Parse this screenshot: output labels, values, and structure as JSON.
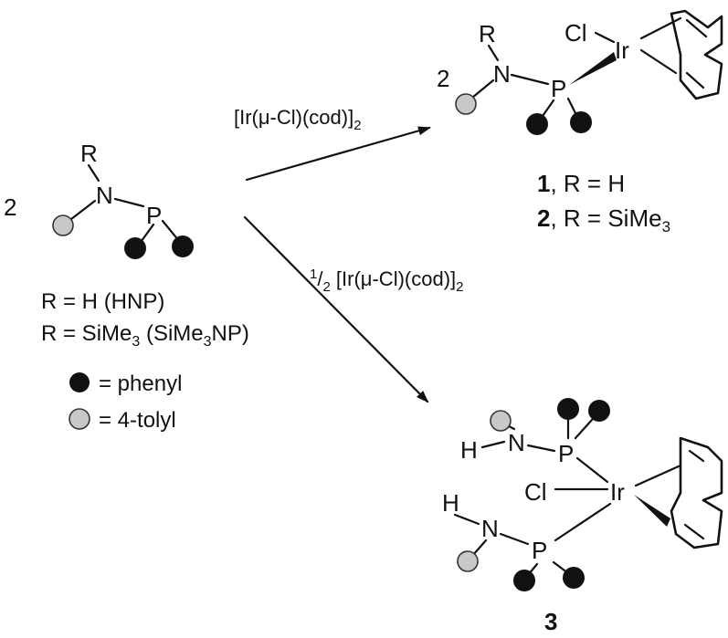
{
  "reactant": {
    "coefficient": "2",
    "atoms": {
      "r": "R",
      "n": "N",
      "p": "P"
    },
    "definitions": [
      {
        "lhs": "R = H",
        "rhs": "(HNP)"
      },
      {
        "lhs_pre": "R = SiMe",
        "lhs_sub": "3",
        "rhs_pre": "(SiMe",
        "rhs_sub": "3",
        "rhs_post": "NP)"
      }
    ],
    "legend": [
      {
        "label": "= phenyl",
        "color": "#111111"
      },
      {
        "label": "= 4-tolyl",
        "color": "#c8c8c8"
      }
    ]
  },
  "conditions": {
    "upper": {
      "pre": "[Ir(μ-Cl)(cod)]",
      "sub": "2"
    },
    "lower": {
      "frac_num": "1",
      "frac_sep": "/",
      "frac_den": "2",
      "pre": " [Ir(μ-Cl)(cod)]",
      "sub": "2"
    }
  },
  "product_top": {
    "coefficient": "2",
    "atoms": {
      "r": "R",
      "n": "N",
      "p": "P",
      "cl": "Cl",
      "ir": "Ir"
    },
    "labels": [
      {
        "num": "1",
        "text": ", R = H"
      },
      {
        "num": "2",
        "text_pre": ", R = SiMe",
        "sub": "3"
      }
    ]
  },
  "product_bottom": {
    "atoms": {
      "h1": "H",
      "n1": "N",
      "p1": "P",
      "cl": "Cl",
      "ir": "Ir",
      "h2": "H",
      "n2": "N",
      "p2": "P"
    },
    "label": "3"
  }
}
